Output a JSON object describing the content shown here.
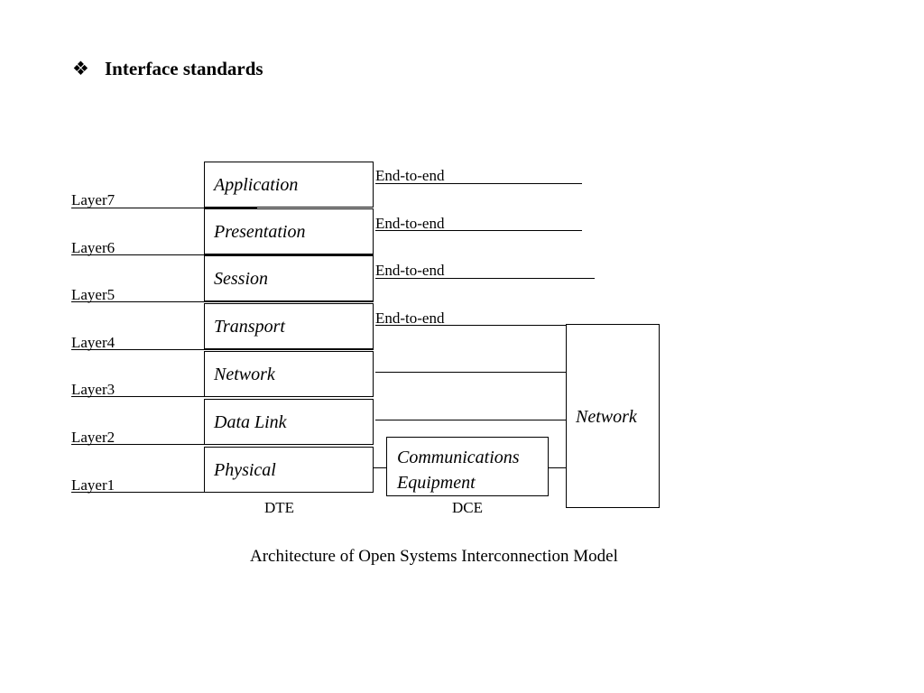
{
  "heading": {
    "bullet": "❖",
    "title": "Interface standards"
  },
  "layers": [
    {
      "name": "Application",
      "label": "Layer7",
      "link": "End-to-end"
    },
    {
      "name": "Presentation",
      "label": "Layer6",
      "link": "End-to-end"
    },
    {
      "name": "Session",
      "label": "Layer5",
      "link": "End-to-end"
    },
    {
      "name": "Transport",
      "label": "Layer4",
      "link": "End-to-end"
    },
    {
      "name": "Network",
      "label": "Layer3",
      "link": ""
    },
    {
      "name": "Data Link",
      "label": "Layer2",
      "link": ""
    },
    {
      "name": "Physical",
      "label": "Layer1",
      "link": ""
    }
  ],
  "network_box": "Network",
  "comm_equipment": {
    "line1": "Communications",
    "line2": "Equipment"
  },
  "dte_label": "DTE",
  "dce_label": "DCE",
  "caption": "Architecture of Open Systems Interconnection Model"
}
